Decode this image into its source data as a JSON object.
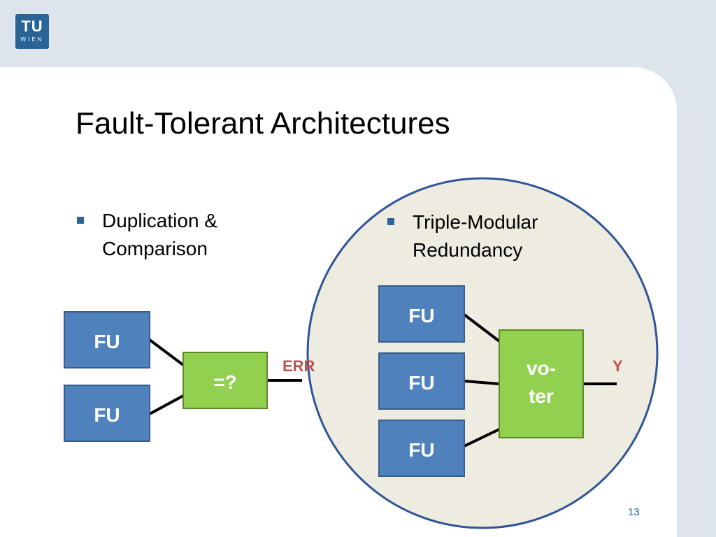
{
  "logo": {
    "main": "TU",
    "sub": "WIEN"
  },
  "title": "Fault-Tolerant Architectures",
  "left_bullet": {
    "line1": "Duplication &",
    "line2": "Comparison"
  },
  "right_bullet": {
    "line1": "Triple-Modular",
    "line2": "Redundancy"
  },
  "duplication": {
    "unit_top": "FU",
    "unit_bottom": "FU",
    "comparator": "=?",
    "output": "ERR"
  },
  "tmr": {
    "unit_1": "FU",
    "unit_2": "FU",
    "unit_3": "FU",
    "voter_line1": "vo-",
    "voter_line2": "ter",
    "output": "Y"
  },
  "page_number": "13",
  "colors": {
    "unit_fill": "#4f81bd",
    "unit_stroke": "#385d8a",
    "logic_fill": "#92d050",
    "logic_stroke": "#5f8a2a",
    "signal_label": "#c0504d",
    "circle_fill": "#eeece1",
    "circle_stroke": "#2f5597",
    "accent": "#2a6496"
  }
}
